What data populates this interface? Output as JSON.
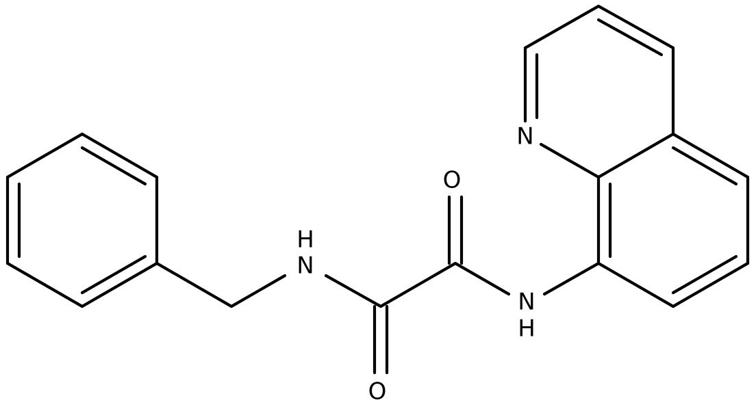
{
  "labels": {
    "n_quinoline": "N",
    "n_amide_1": "N",
    "h_amide_1": "H",
    "n_amide_2": "N",
    "h_amide_2": "H",
    "o_top": "O",
    "o_bottom": "O"
  },
  "colors": {
    "bond": "#000000",
    "background": "#ffffff"
  }
}
